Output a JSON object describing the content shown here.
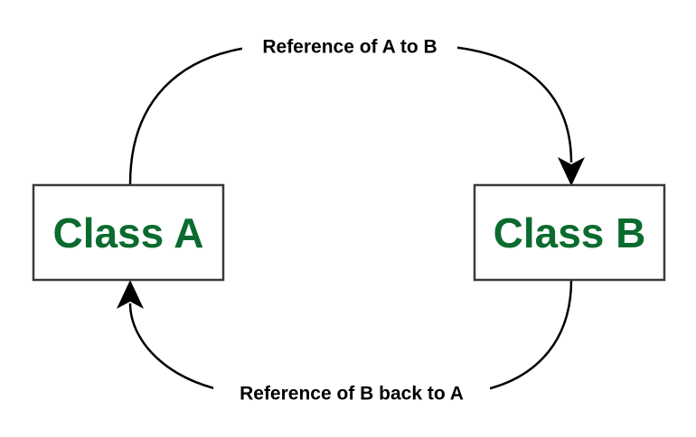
{
  "diagram": {
    "nodes": {
      "a": {
        "label": "Class A"
      },
      "b": {
        "label": "Class B"
      }
    },
    "edges": {
      "a_to_b": {
        "label": "Reference of A to B",
        "from": "a",
        "to": "b"
      },
      "b_to_a": {
        "label": "Reference of B back to A",
        "from": "b",
        "to": "a"
      }
    },
    "colors": {
      "class_text": "#0b6b2e",
      "border": "#3a3a3a",
      "edge": "#000000"
    }
  }
}
